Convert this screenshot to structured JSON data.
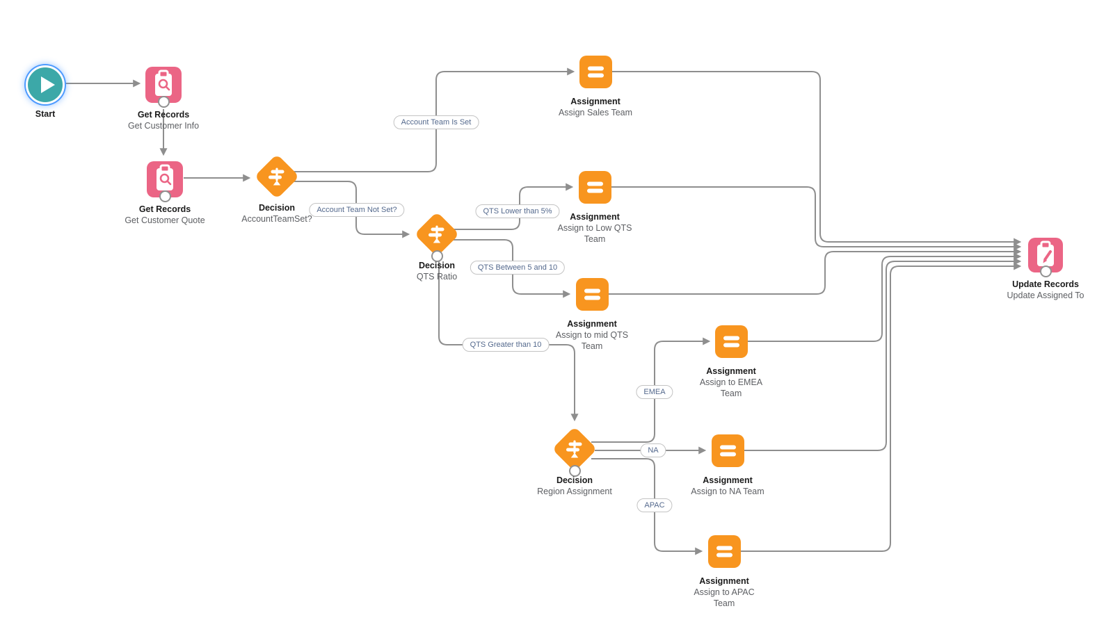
{
  "app": {
    "canvas_name": "flow-canvas"
  },
  "colors": {
    "canvas_background": "#FFFFFF",
    "edge": "#8E8E8E",
    "edge_label_text": "#54698D",
    "selection_ring": "#4C9AFF",
    "start_teal": "#3CA8A8",
    "data_pink": "#EB6585",
    "logic_orange": "#F8951F"
  },
  "node_types": {
    "start": {
      "icon": "play-icon",
      "color": "#3CA8A8"
    },
    "get-records": {
      "icon": "clipboard-search-icon",
      "color": "#EB6585"
    },
    "update-records": {
      "icon": "clipboard-pencil-icon",
      "color": "#EB6585"
    },
    "decision": {
      "icon": "signpost-icon",
      "color": "#F8951F"
    },
    "assignment": {
      "icon": "equals-icon",
      "color": "#F8951F"
    }
  },
  "nodes": [
    {
      "id": "start",
      "type": "start",
      "title": "Start",
      "subtitle": ""
    },
    {
      "id": "get-info",
      "type": "get-records",
      "title": "Get Records",
      "subtitle": "Get Customer Info"
    },
    {
      "id": "get-quote",
      "type": "get-records",
      "title": "Get Records",
      "subtitle": "Get Customer Quote"
    },
    {
      "id": "dec-account",
      "type": "decision",
      "title": "Decision",
      "subtitle": "AccountTeamSet?"
    },
    {
      "id": "assign-sales",
      "type": "assignment",
      "title": "Assignment",
      "subtitle": "Assign Sales Team"
    },
    {
      "id": "dec-qts",
      "type": "decision",
      "title": "Decision",
      "subtitle": "QTS Ratio"
    },
    {
      "id": "assign-low",
      "type": "assignment",
      "title": "Assignment",
      "subtitle": "Assign to Low QTS Team"
    },
    {
      "id": "assign-mid",
      "type": "assignment",
      "title": "Assignment",
      "subtitle": "Assign to mid QTS Team"
    },
    {
      "id": "dec-region",
      "type": "decision",
      "title": "Decision",
      "subtitle": "Region Assignment"
    },
    {
      "id": "assign-emea",
      "type": "assignment",
      "title": "Assignment",
      "subtitle": "Assign to EMEA Team"
    },
    {
      "id": "assign-na",
      "type": "assignment",
      "title": "Assignment",
      "subtitle": "Assign to NA Team"
    },
    {
      "id": "assign-apac",
      "type": "assignment",
      "title": "Assignment",
      "subtitle": "Assign to APAC Team"
    },
    {
      "id": "update-records",
      "type": "update-records",
      "title": "Update Records",
      "subtitle": "Update Assigned To"
    }
  ],
  "edges": [
    {
      "id": "e-start-info",
      "from": "start",
      "to": "get-info",
      "label": ""
    },
    {
      "id": "e-info-quote",
      "from": "get-info",
      "to": "get-quote",
      "label": ""
    },
    {
      "id": "e-quote-account",
      "from": "get-quote",
      "to": "dec-account",
      "label": ""
    },
    {
      "id": "e-account-sales",
      "from": "dec-account",
      "to": "assign-sales",
      "label": "Account Team Is Set"
    },
    {
      "id": "e-account-qts",
      "from": "dec-account",
      "to": "dec-qts",
      "label": "Account Team Not Set?"
    },
    {
      "id": "e-qts-low",
      "from": "dec-qts",
      "to": "assign-low",
      "label": "QTS Lower than 5%"
    },
    {
      "id": "e-qts-mid",
      "from": "dec-qts",
      "to": "assign-mid",
      "label": "QTS Between 5 and 10"
    },
    {
      "id": "e-qts-region",
      "from": "dec-qts",
      "to": "dec-region",
      "label": "QTS Greater than 10"
    },
    {
      "id": "e-region-emea",
      "from": "dec-region",
      "to": "assign-emea",
      "label": "EMEA"
    },
    {
      "id": "e-region-na",
      "from": "dec-region",
      "to": "assign-na",
      "label": "NA"
    },
    {
      "id": "e-region-apac",
      "from": "dec-region",
      "to": "assign-apac",
      "label": "APAC"
    },
    {
      "id": "e-sales-update",
      "from": "assign-sales",
      "to": "update-records",
      "label": ""
    },
    {
      "id": "e-low-update",
      "from": "assign-low",
      "to": "update-records",
      "label": ""
    },
    {
      "id": "e-mid-update",
      "from": "assign-mid",
      "to": "update-records",
      "label": ""
    },
    {
      "id": "e-emea-update",
      "from": "assign-emea",
      "to": "update-records",
      "label": ""
    },
    {
      "id": "e-na-update",
      "from": "assign-na",
      "to": "update-records",
      "label": ""
    },
    {
      "id": "e-apac-update",
      "from": "assign-apac",
      "to": "update-records",
      "label": ""
    }
  ]
}
